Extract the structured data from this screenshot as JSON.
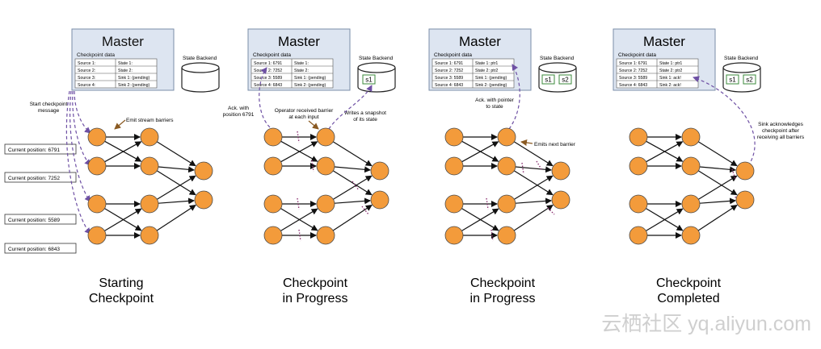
{
  "panels": [
    {
      "master_title": "Master",
      "checkpoint_title": "Checkpoint data",
      "rows": [
        [
          "Source 1:",
          "State 1:"
        ],
        [
          "Source 2:",
          "State 2:"
        ],
        [
          "Source 3:",
          "Sink 1: (pending)"
        ],
        [
          "Source 4:",
          "Sink 2: (pending)"
        ]
      ],
      "state_backend_label": "State Backend",
      "backend_items": [],
      "caption": [
        "Starting",
        "Checkpoint"
      ]
    },
    {
      "master_title": "Master",
      "checkpoint_title": "Checkpoint data",
      "rows": [
        [
          "Source 1: 6791",
          "State 1:"
        ],
        [
          "Source 2: 7252",
          "State 2:"
        ],
        [
          "Source 3: 5589",
          "Sink 1: (pending)"
        ],
        [
          "Source 4: 6843",
          "Sink 2: (pending)"
        ]
      ],
      "state_backend_label": "State Backend",
      "backend_items": [
        "s1"
      ],
      "caption": [
        "Checkpoint",
        "in Progress"
      ]
    },
    {
      "master_title": "Master",
      "checkpoint_title": "Checkpoint data",
      "rows": [
        [
          "Source 1: 6791",
          "State 1: ptr1"
        ],
        [
          "Source 2: 7252",
          "State 2: ptr2"
        ],
        [
          "Source 3: 5589",
          "Sink 1: (pending)"
        ],
        [
          "Source 4: 6843",
          "Sink 2: (pending)"
        ]
      ],
      "state_backend_label": "State Backend",
      "backend_items": [
        "s1",
        "s2"
      ],
      "caption": [
        "Checkpoint",
        "in Progress"
      ]
    },
    {
      "master_title": "Master",
      "checkpoint_title": "Checkpoint data",
      "rows": [
        [
          "Source 1: 6791",
          "State 1: ptr1"
        ],
        [
          "Source 2: 7252",
          "State 2: ptr2"
        ],
        [
          "Source 3: 5589",
          "Sink 1: ack!"
        ],
        [
          "Source 4: 6843",
          "Sink 2: ack!"
        ]
      ],
      "state_backend_label": "State Backend",
      "backend_items": [
        "s1",
        "s2"
      ],
      "caption": [
        "Checkpoint",
        "Completed"
      ]
    }
  ],
  "positions": [
    "Current position: 6791",
    "Current position: 7252",
    "Current position: 5589",
    "Current position: 6843"
  ],
  "annotations": {
    "start_checkpoint": [
      "Start checkpoint",
      "message"
    ],
    "emit_barriers": "Emit stream barriers",
    "ack_position": [
      "Ack. with",
      "position 6791"
    ],
    "received_barrier": [
      "Operator received barrier",
      "at each input"
    ],
    "writes_snapshot": [
      "Writes a snapshot",
      "of its state"
    ],
    "ack_pointer": [
      "Ack. with pointer",
      "to state"
    ],
    "emits_next": "Emits next barrier",
    "sink_ack": [
      "Sink acknowledges",
      "checkpoint after",
      "receiving all barriers"
    ]
  },
  "watermark": "云栖社区 yq.aliyun.com",
  "colors": {
    "node": "#f39b3b",
    "node_stroke": "#4a4a4a",
    "master_bg": "#dde5f1",
    "master_stroke": "#7a8da8",
    "barrier": "#8a3070",
    "dashed": "#6e50a4",
    "annotation_arrow": "#8a5a22",
    "backend_item": "#3b8a3b"
  }
}
